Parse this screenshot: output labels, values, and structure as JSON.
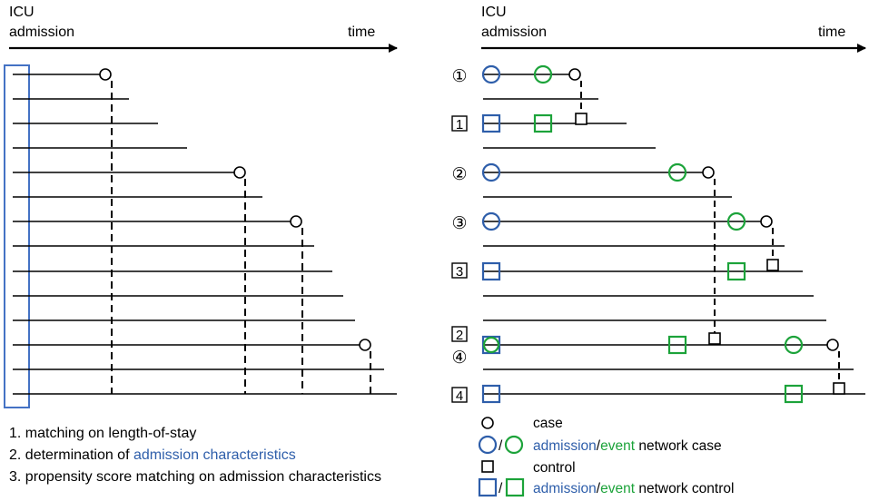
{
  "left_panel": {
    "axis_top_label": "ICU",
    "axis_bottom_label": "admission",
    "axis_end_label": "time"
  },
  "right_panel": {
    "axis_top_label": "ICU",
    "axis_bottom_label": "admission",
    "axis_end_label": "time",
    "marker_labels": [
      "①",
      "1",
      "②",
      "③",
      "3",
      "2",
      "④",
      "4"
    ]
  },
  "steps": {
    "step1": "1. matching on length-of-stay",
    "step2_prefix": "2. determination of ",
    "step2_highlight": "admission characteristics",
    "step3": "3. propensity score matching on admission characteristics"
  },
  "legend": {
    "case": "case",
    "control": "control",
    "slash": "/",
    "admission": "admission",
    "event": "event",
    "network_case": " network case",
    "network_control": " network control"
  },
  "colors": {
    "admission": "#2e5eaa",
    "event": "#1ca33a",
    "line": "#000000",
    "box": "#4472c4"
  }
}
